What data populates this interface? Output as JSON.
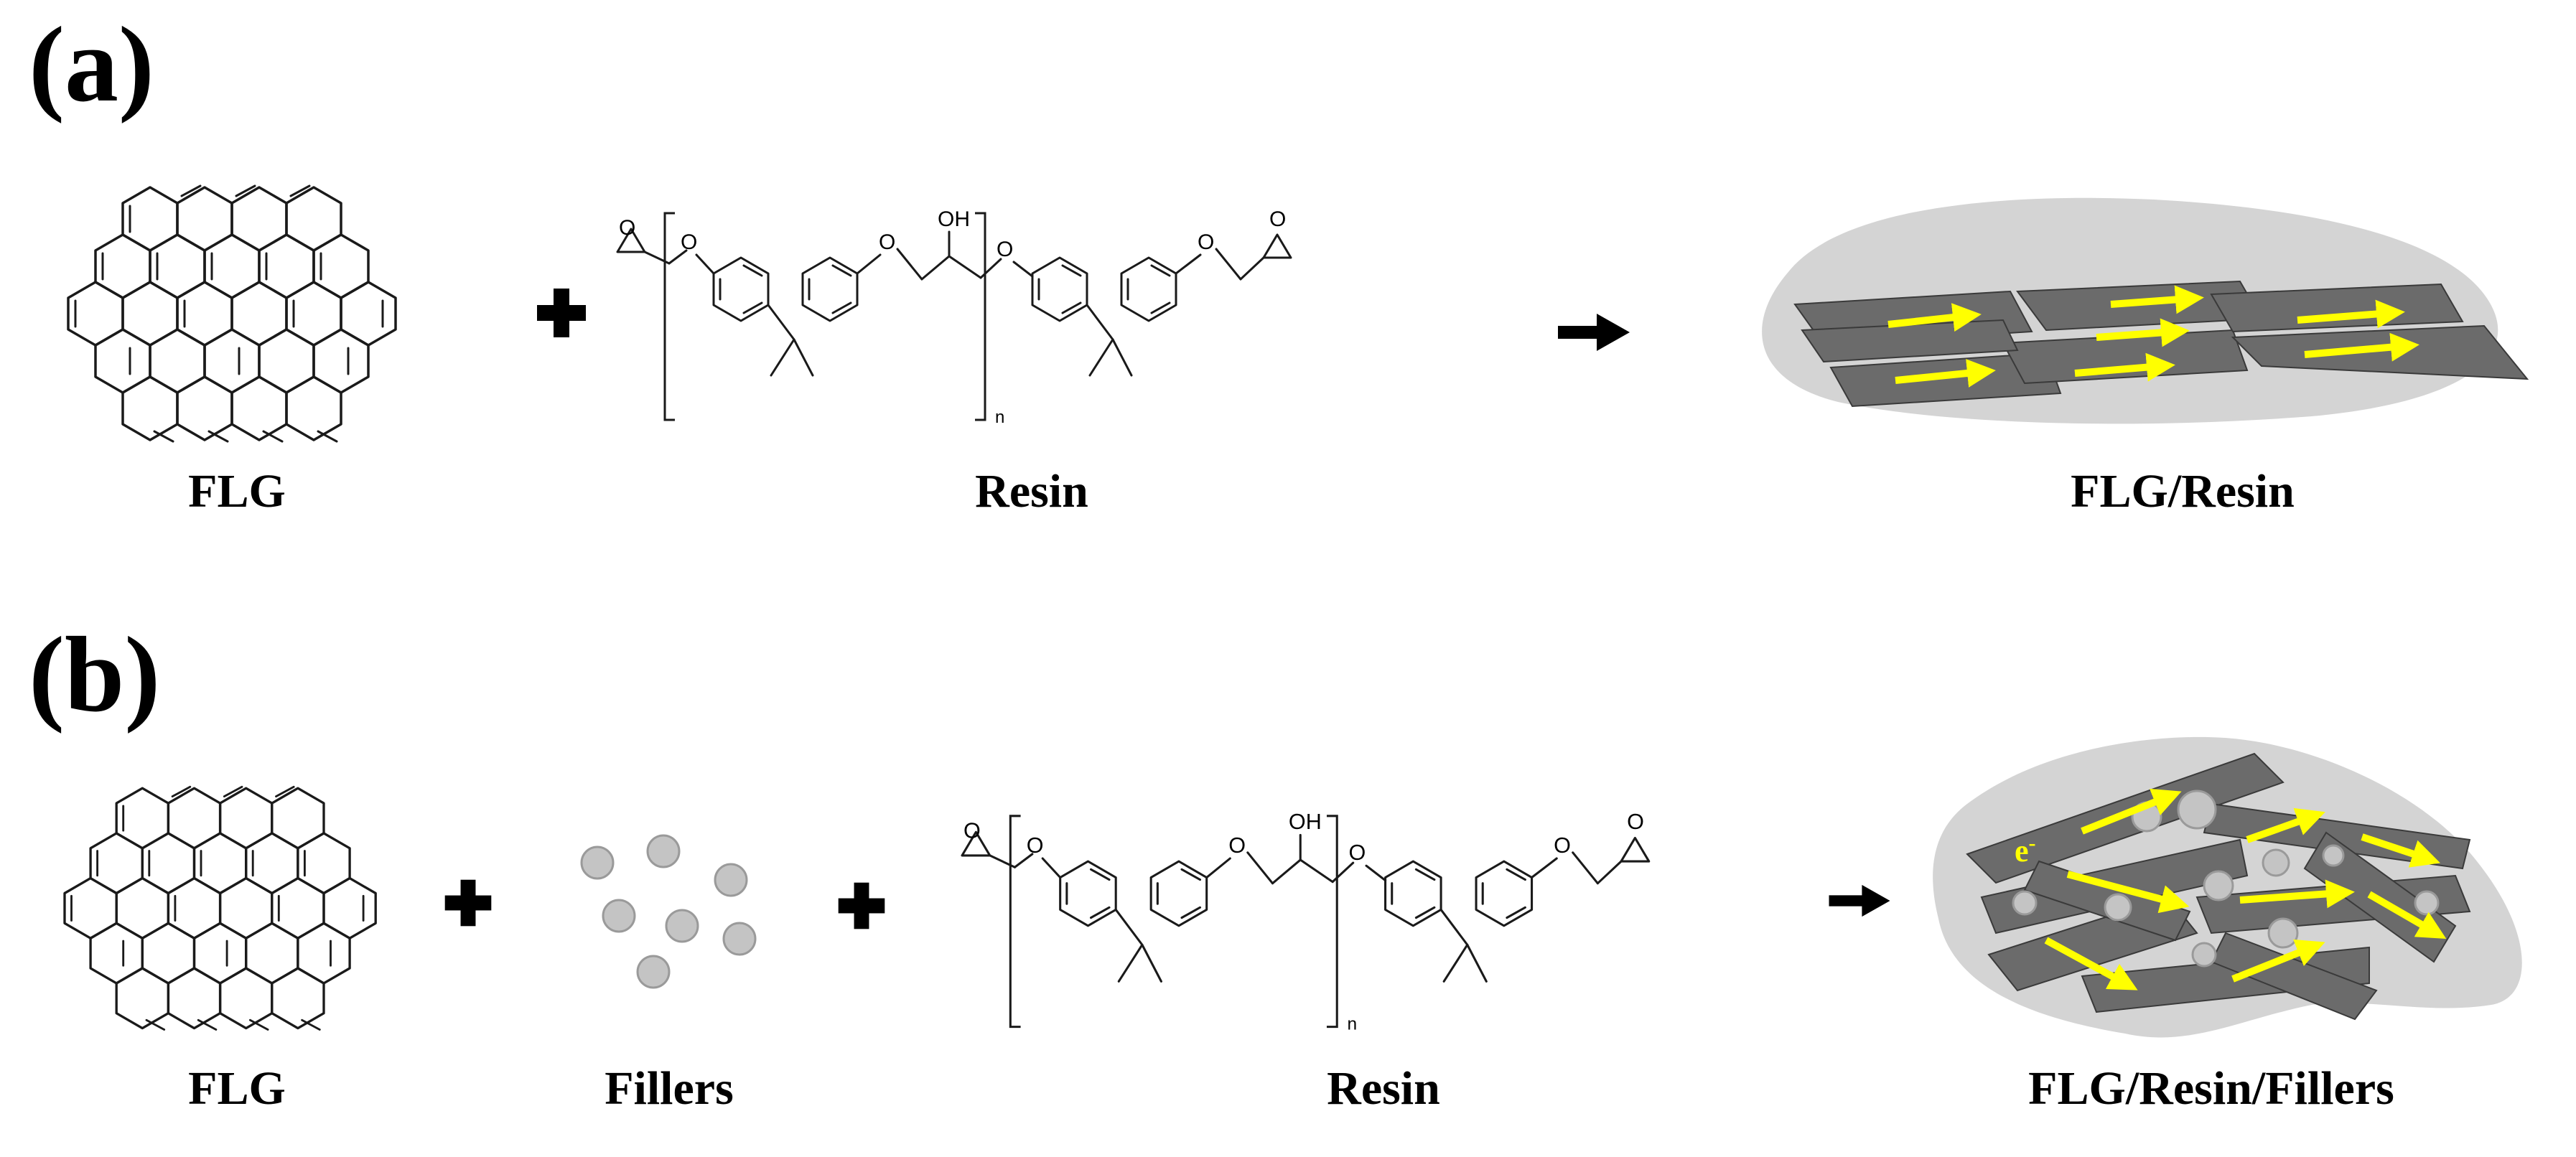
{
  "panels": {
    "a": {
      "label": "(a)",
      "captions": {
        "flg": "FLG",
        "resin": "Resin",
        "product": "FLG/Resin"
      }
    },
    "b": {
      "label": "(b)",
      "captions": {
        "flg": "FLG",
        "fillers": "Fillers",
        "resin": "Resin",
        "product": "FLG/Resin/Fillers"
      },
      "electron_label": "e",
      "electron_charge": "-"
    }
  },
  "resin_structure": {
    "epoxide_oxygen": "O",
    "ether_oxygen": "O",
    "hydroxyl": "OH",
    "repeat_subscript": "n"
  },
  "colors": {
    "arrow_yellow": "#ffff00",
    "sheet_gray": "#6b6b6b",
    "matrix_gray": "#d4d4d4",
    "filler_gray": "#c4c4c4"
  },
  "icons": [
    "plus-icon",
    "reaction-arrow-icon"
  ]
}
